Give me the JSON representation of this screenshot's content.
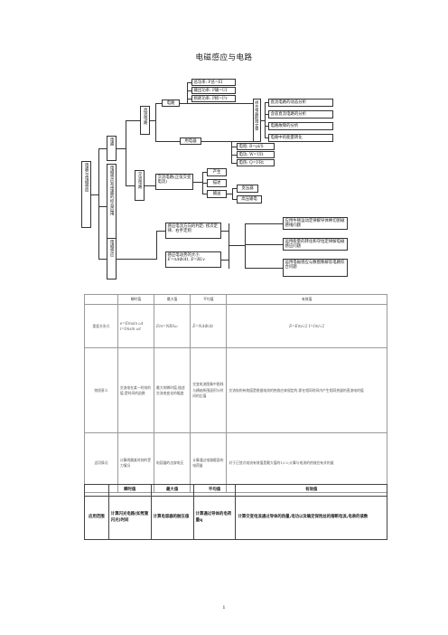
{
  "title": "电磁感应与电路",
  "mindmap": {
    "root": "电路与电磁感应",
    "circuit": "电路",
    "combined": "电磁感应与电路的综合应用",
    "em_induction": "电磁感应",
    "dc_circuit": "直流电路",
    "ac_circuit": "交流电路",
    "power_total": "总功率: P总=EI",
    "power_output": "输出功率: P输=UI",
    "power_loss": "损耗功率: P损=I²r",
    "circuit_node": "电路",
    "electrical_appliance": "用电器",
    "loop_analysis": "闭合电路欧姆定律",
    "dc_dynamic": "直流电路的动态分析",
    "capacitor_dc": "含容直流电路的分析",
    "fault_analysis": "电路故障的分析",
    "energy_conversion": "电路中的能量转化",
    "resistance": "电阻: R=ρl/S",
    "electric_work": "电功: W=UIt",
    "electric_heat": "电热: Q=I²Rt",
    "ac_sine": "交流电路(正弦交变电流)",
    "produce": "产生",
    "describe": "描述",
    "transmit": "输送",
    "transformer": "变压器",
    "hv_transmission": "高压输电",
    "direction_judgment": "感应电流方向的判定: 楞次定律、右手定则",
    "magnitude": "感应电动势的大小",
    "magnitude_formula": "E=nΔΦ/Δt, E=BLv",
    "app_newton": "应用牛顿运动定律解导体棒切割磁感线问题",
    "app_energy": "运用能量的转化和守恒定律解电磁感应问题",
    "app_graph": "运用电磁感应与数图象解答电路综合问题"
  },
  "table1": {
    "headers": [
      "",
      "瞬时值",
      "最大值",
      "平均值",
      "有效值"
    ],
    "rows": [
      {
        "label": "重要关系式",
        "instant": "e=Emsin ωt  i=Imsin ωt",
        "max": "Em=NBSω",
        "average": "Ē=NΔΦ/Δt",
        "effective": "E=Em/√2  I=Im/√2"
      },
      {
        "label": "物理意义",
        "instant": "交流电在某一时刻的值,是时间的函数",
        "max": "最大的瞬时值,描述交流电变化的幅度",
        "average": "交变电流图象中图线与横轴所围面积与时间的比值",
        "effective": "交流电的有效值是根据电流的热效应来规定的,即在相同时间内产生相同热量的直流电的值"
      },
      {
        "label": "适用情况",
        "instant": "计算线圈某时刻的受力情况",
        "max": "电容器的击穿电压",
        "average": "计算通过电路截面的电荷量",
        "effective": "对于正弦式电流有效值是最大值的1/√2;计算与电流的热效应有关的量"
      }
    ]
  },
  "table2": {
    "headers": [
      "",
      "瞬时值",
      "最大值",
      "平均值",
      "有效值"
    ],
    "rows": [
      {
        "label": "应用范围",
        "instant": "计算闪光电路(如氖管闪光)时间",
        "max": "计算电容器的耐压值",
        "average": "计算通过导体的电荷量q",
        "effective": "计算交变电流通过导体的热量,电功以及确定保险丝的熔断电流,电表的读数"
      }
    ]
  },
  "page_number": "1"
}
